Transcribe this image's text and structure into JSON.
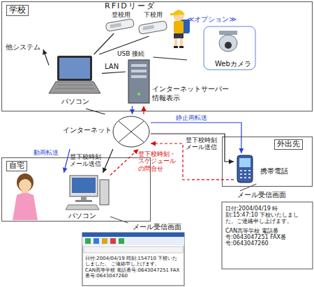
{
  "diagram": {
    "nodes": [
      {
        "text": [
          "学校"
        ]
      },
      {
        "text": [
          "登校用"
        ],
        "in": 0
      },
      {
        "text": [
          "下校用"
        ],
        "in": 0
      },
      {
        "text": [
          "パソコン"
        ],
        "in": 0
      },
      {
        "text": [
          "他システム"
        ],
        "in": 0
      },
      {
        "text": [
          "インターネットサーバー 情報表示"
        ],
        "in": 0
      },
      {
        "text": [
          "≪オプション≫",
          "Webカメラ"
        ],
        "in": 0
      },
      {
        "text": [
          "インターネット"
        ]
      },
      {
        "text": [
          "外出先"
        ]
      },
      {
        "text": [
          "携帯電話"
        ],
        "in": 8
      },
      {
        "text": [
          "メール受信画面",
          "日付:2004/04/19 時刻:15:47:10 下校いたしました。ご連絡申し上げます。",
          "CAN高等学校 電話番号:0643047251 FAX番号:0643047260"
        ]
      },
      {
        "text": [
          "自宅"
        ]
      },
      {
        "text": [
          "パソコン"
        ],
        "in": 11
      },
      {
        "text": [
          "メール受信画面",
          "日付:2004/04/19 時刻:154710 下校いたしました。 ご連絡申し上げます。",
          "CAN高等学校 電話番号:0643047251 FAX番号:0643047260"
        ]
      }
    ],
    "edges": [
      {
        "from": 1,
        "to": 3,
        "arrow": "none",
        "label": "USB 接続"
      },
      {
        "from": 2,
        "to": 3,
        "arrow": "none"
      },
      {
        "from": 3,
        "to": 4,
        "arrow": "to"
      },
      {
        "from": 3,
        "to": 5,
        "arrow": "none",
        "label": "LAN"
      },
      {
        "from": 6,
        "to": 5,
        "arrow": "none"
      },
      {
        "from": 3,
        "to": 7,
        "arrow": "none"
      },
      {
        "from": 5,
        "to": 7,
        "arrow": "to"
      },
      {
        "from": 7,
        "to": 5,
        "arrow": "to"
      },
      {
        "from": 7,
        "to": 9,
        "arrow": "to",
        "label": "静止画転送"
      },
      {
        "from": 7,
        "to": 9,
        "arrow": "to",
        "label": "登下校時刻 メール送信"
      },
      {
        "from": 9,
        "to": 7,
        "arrow": "to"
      },
      {
        "from": 7,
        "to": 12,
        "arrow": "to",
        "label": "動画転送"
      },
      {
        "from": 7,
        "to": 12,
        "arrow": "to",
        "label": "登下校時刻 メール送信"
      },
      {
        "from": 12,
        "to": 7,
        "arrow": "to",
        "label": "登下校時刻・ スケジュールの問合せ"
      },
      {
        "from": 10,
        "to": 9,
        "arrow": "none"
      },
      {
        "from": 12,
        "to": 13,
        "arrow": "none"
      }
    ],
    "labels": [
      "RFIDリーダ"
    ]
  }
}
